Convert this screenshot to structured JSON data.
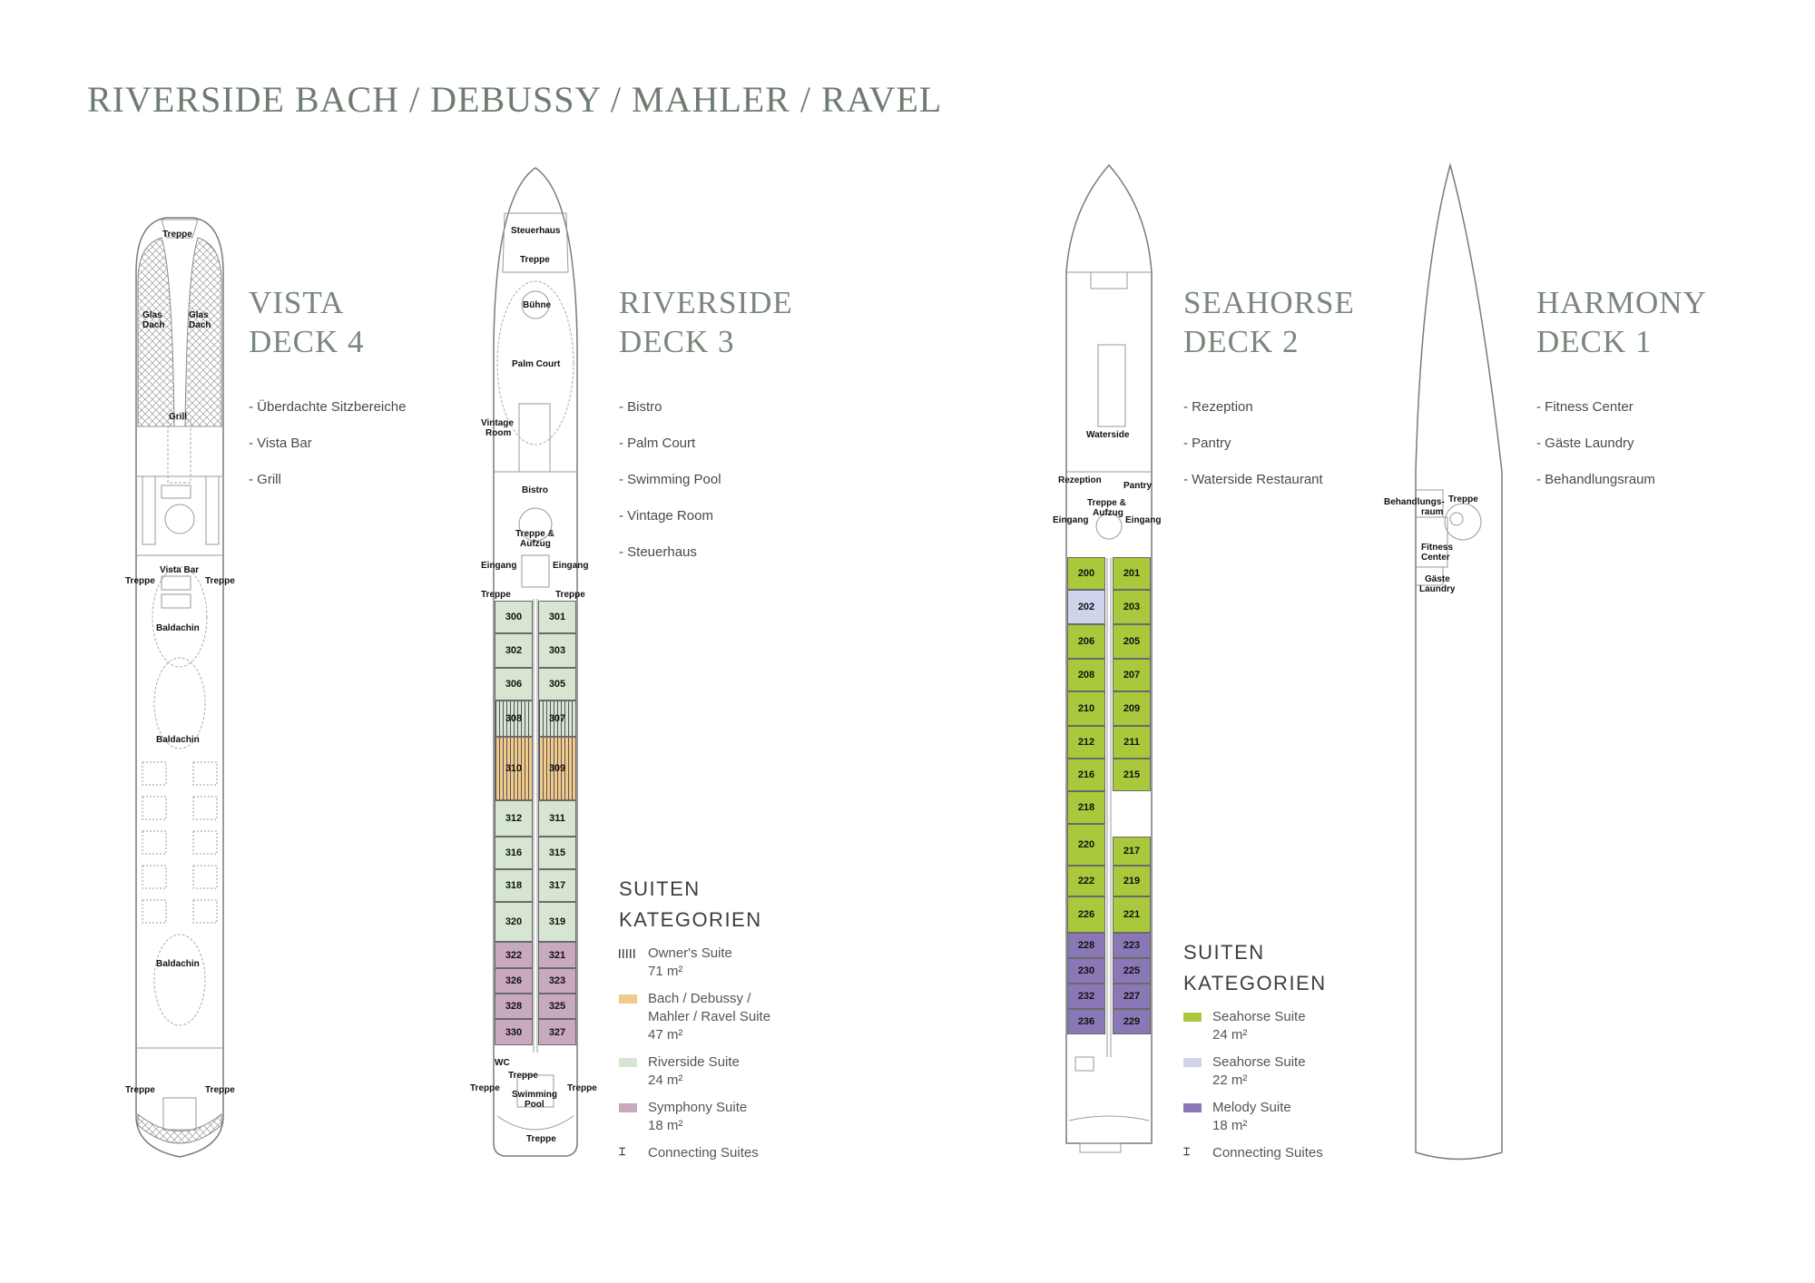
{
  "header": {
    "title": "RIVERSIDE BACH / DEBUSSY / MAHLER / RAVEL"
  },
  "colors": {
    "title": "#6e7c70",
    "riverside_suite": "#d6e6d2",
    "bach_suite": "#f2c98a",
    "owners_suite_hatch": "#555555",
    "symphony_suite": "#c9a9bd",
    "seahorse_suite_24": "#a9c83c",
    "seahorse_suite_22": "#cfd3ec",
    "melody_suite": "#8a78b6"
  },
  "decks": [
    {
      "id": "deck4",
      "name_line1": "VISTA",
      "name_line2": "DECK 4",
      "features": [
        "- Überdachte Sitzbereiche",
        "- Vista Bar",
        "- Grill"
      ],
      "plan_labels": {
        "stairs_bow": "Treppe",
        "glass_left_1": "Glas",
        "glass_left_2": "Dach",
        "glass_right_1": "Glas",
        "glass_right_2": "Dach",
        "grill": "Grill",
        "vista_bar": "Vista Bar",
        "stairs_left": "Treppe",
        "stairs_right": "Treppe",
        "baldachin_1": "Baldachin",
        "baldachin_2": "Baldachin",
        "baldachin_3": "Baldachin",
        "stairs_aft_left": "Treppe",
        "stairs_aft_right": "Treppe"
      }
    },
    {
      "id": "deck3",
      "name_line1": "RIVERSIDE",
      "name_line2": "DECK 3",
      "features": [
        "- Bistro",
        "- Palm Court",
        "- Swimming Pool",
        "- Vintage Room",
        "- Steuerhaus"
      ],
      "plan_labels": {
        "steuerhaus": "Steuerhaus",
        "treppe_bow": "Treppe",
        "buehne": "Bühne",
        "palm_court": "Palm Court",
        "vintage_1": "Vintage",
        "vintage_2": "Room",
        "bistro": "Bistro",
        "treppe_aufzug_1": "Treppe &",
        "treppe_aufzug_2": "Aufzug",
        "eingang_left": "Eingang",
        "eingang_right": "Eingang",
        "treppe_left": "Treppe",
        "treppe_right": "Treppe",
        "wc": "WC",
        "treppe_pool": "Treppe",
        "treppe_aft_left": "Treppe",
        "treppe_aft_right": "Treppe",
        "pool_1": "Swimming",
        "pool_2": "Pool",
        "treppe_stern": "Treppe"
      },
      "cabins_left": [
        "300",
        "302",
        "306",
        "308",
        "310",
        "312",
        "316",
        "318",
        "320",
        "322",
        "326",
        "328",
        "330"
      ],
      "cabins_right": [
        "301",
        "303",
        "305",
        "307",
        "309",
        "311",
        "315",
        "317",
        "319",
        "321",
        "323",
        "325",
        "327"
      ],
      "legend": {
        "title_1": "SUITEN",
        "title_2": "KATEGORIEN",
        "items": [
          {
            "name": "Owner's Suite",
            "size": "71 m²",
            "swatch": "hatch"
          },
          {
            "name": "Bach / Debussy /",
            "name2": "Mahler / Ravel Suite",
            "size": "47 m²",
            "swatch": "#f2c98a"
          },
          {
            "name": "Riverside Suite",
            "size": "24 m²",
            "swatch": "#d6e6d2"
          },
          {
            "name": "Symphony Suite",
            "size": "18 m²",
            "swatch": "#c9a9bd"
          },
          {
            "name": "Connecting Suites",
            "swatch": "connector"
          }
        ]
      }
    },
    {
      "id": "deck2",
      "name_line1": "SEAHORSE",
      "name_line2": "DECK 2",
      "features": [
        "- Rezeption",
        "- Pantry",
        "- Waterside Restaurant"
      ],
      "plan_labels": {
        "waterside": "Waterside",
        "rezeption": "Rezeption",
        "pantry": "Pantry",
        "treppe_aufzug_1": "Treppe &",
        "treppe_aufzug_2": "Aufzug",
        "eingang_left": "Eingang",
        "eingang_right": "Eingang"
      },
      "cabins_left": [
        "200",
        "202",
        "206",
        "208",
        "210",
        "212",
        "216",
        "218",
        "220",
        "222",
        "226",
        "228",
        "230",
        "232",
        "236"
      ],
      "cabins_right": [
        "201",
        "203",
        "205",
        "207",
        "209",
        "211",
        "215",
        "217",
        "219",
        "221",
        "223",
        "225",
        "227",
        "229"
      ],
      "legend": {
        "title_1": "SUITEN",
        "title_2": "KATEGORIEN",
        "items": [
          {
            "name": "Seahorse Suite",
            "size": "24 m²",
            "swatch": "#a9c83c"
          },
          {
            "name": "Seahorse Suite",
            "size": "22 m²",
            "swatch": "#cfd3ec"
          },
          {
            "name": "Melody Suite",
            "size": "18 m²",
            "swatch": "#8a78b6"
          },
          {
            "name": "Connecting Suites",
            "swatch": "connector"
          }
        ]
      }
    },
    {
      "id": "deck1",
      "name_line1": "HARMONY",
      "name_line2": "DECK 1",
      "features": [
        "- Fitness Center",
        "- Gäste Laundry",
        "- Behandlungsraum"
      ],
      "plan_labels": {
        "behandlung_1": "Behandlungs-",
        "behandlung_2": "raum",
        "treppe": "Treppe",
        "fitness_1": "Fitness",
        "fitness_2": "Center",
        "laundry_1": "Gäste",
        "laundry_2": "Laundry"
      }
    }
  ]
}
